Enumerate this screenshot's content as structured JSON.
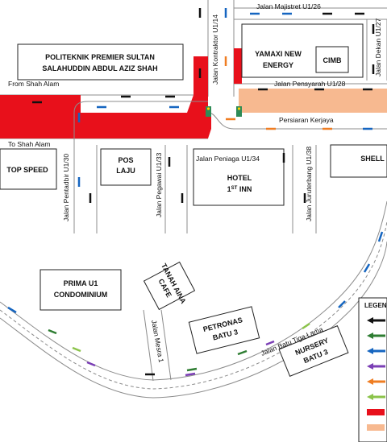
{
  "roads": {
    "majistret": "Jalan Majistret U1/26",
    "kontraktor": "Jalan Kontraktor U1/14",
    "dekan": "Jalan Dekan U1/27",
    "pensyarah": "Jalan Pensyarah U1/28",
    "kerjaya": "Persiaran Kerjaya",
    "pentadbir": "Jalan Pentadbir U1/30",
    "pegawai": "Jalan Pegawai U1/33",
    "peniaga": "Jalan Peniaga U1/34",
    "juruterbang": "Jalan Juruterbang U1/38",
    "batu_tiga_lama": "Jalan Batu Tiga Lama",
    "mesra": "Jalan Mesra 1"
  },
  "directions": {
    "from_shah_alam": "From Shah Alam",
    "to_shah_alam": "To Shah Alam"
  },
  "places": {
    "politeknik_1": "POLITEKNIK PREMIER SULTAN",
    "politeknik_2": "SALAHUDDIN ABDUL AZIZ SHAH",
    "yamaxi_1": "YAMAXI NEW",
    "yamaxi_2": "ENERGY",
    "cimb": "CIMB",
    "top_speed": "TOP SPEED",
    "pos_1": "POS",
    "pos_2": "LAJU",
    "hotel_1": "HOTEL",
    "hotel_2a": "1",
    "hotel_2b": "ST",
    "hotel_2c": " INN",
    "shell": "SHELL",
    "prima_1": "PRIMA U1",
    "prima_2": "CONDOMINIUM",
    "tanah_1": "TANAH AINA",
    "tanah_2": "CAFE",
    "petronas_1": "PETRONAS",
    "petronas_2": "BATU 3",
    "nursery_1": "NURSERY",
    "nursery_2": "BATU 3"
  },
  "legend": {
    "title": "LEGEN",
    "items": [
      {
        "color": "#111111",
        "icon": "arrow-left-icon"
      },
      {
        "color": "#2e7d32",
        "icon": "arrow-left-icon"
      },
      {
        "color": "#1565c0",
        "icon": "arrow-left-icon"
      },
      {
        "color": "#7b3fb5",
        "icon": "arrow-left-icon"
      },
      {
        "color": "#ef7d22",
        "icon": "arrow-left-icon"
      },
      {
        "color": "#8bc34a",
        "icon": "arrow-left-icon"
      },
      {
        "color": "#e8101b",
        "icon": "bar-icon"
      },
      {
        "color": "#f7b990",
        "icon": "bar-icon"
      }
    ]
  },
  "colors": {
    "closure_red": "#e8101b",
    "peach_zone": "#f7b990",
    "traffic_light": "#2e8b57"
  }
}
